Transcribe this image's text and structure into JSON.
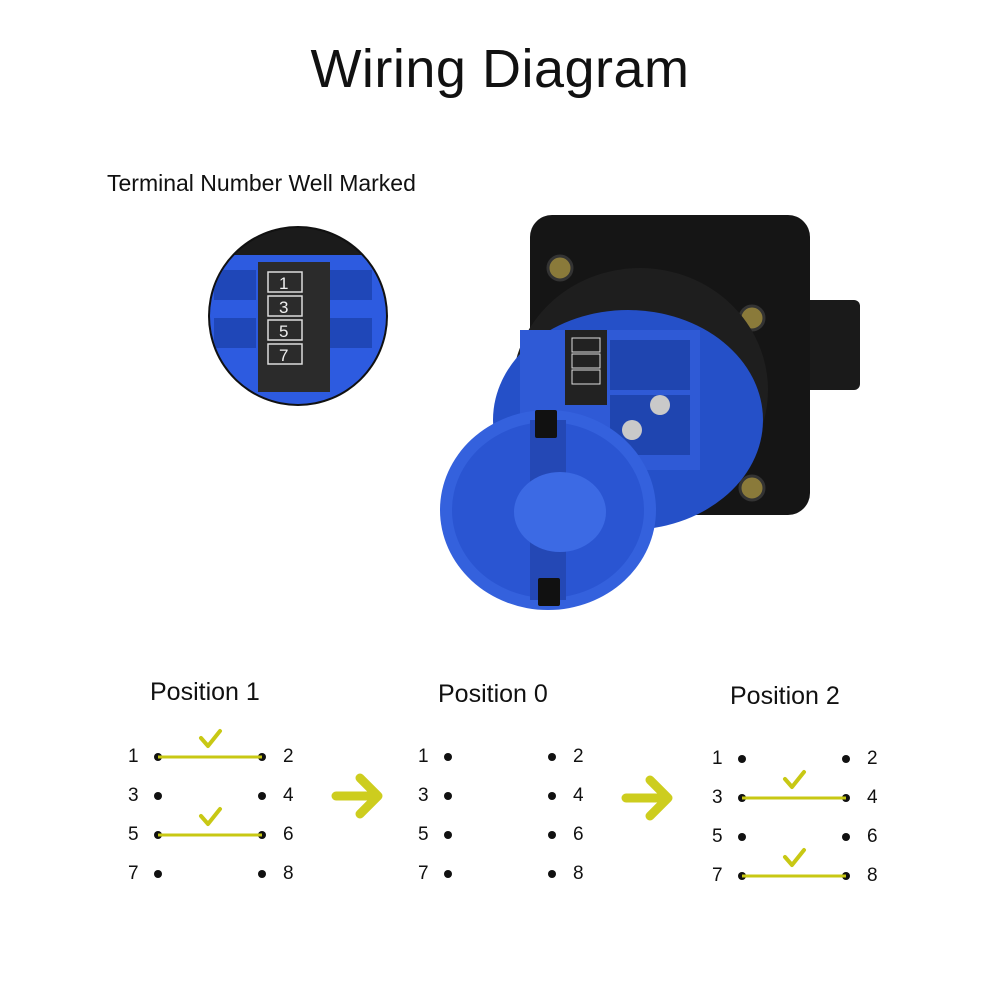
{
  "title": "Wiring Diagram",
  "subtitle": "Terminal Number Well Marked",
  "colors": {
    "link": "#c8c814",
    "arrow": "#cdcd1e",
    "switch_body": "#2f5ad6",
    "housing": "#141414"
  },
  "icons": {
    "arrow": "right-arrow-icon",
    "check": "check-mark-icon"
  },
  "terminal_marks": [
    "1",
    "3",
    "5",
    "7"
  ],
  "positions": [
    {
      "label": "Position 1",
      "left_terminals": [
        "1",
        "3",
        "5",
        "7"
      ],
      "right_terminals": [
        "2",
        "4",
        "6",
        "8"
      ],
      "connections": [
        [
          1,
          2
        ],
        [
          5,
          6
        ]
      ]
    },
    {
      "label": "Position 0",
      "left_terminals": [
        "1",
        "3",
        "5",
        "7"
      ],
      "right_terminals": [
        "2",
        "4",
        "6",
        "8"
      ],
      "connections": []
    },
    {
      "label": "Position 2",
      "left_terminals": [
        "1",
        "3",
        "5",
        "7"
      ],
      "right_terminals": [
        "2",
        "4",
        "6",
        "8"
      ],
      "connections": [
        [
          3,
          4
        ],
        [
          7,
          8
        ]
      ]
    }
  ]
}
